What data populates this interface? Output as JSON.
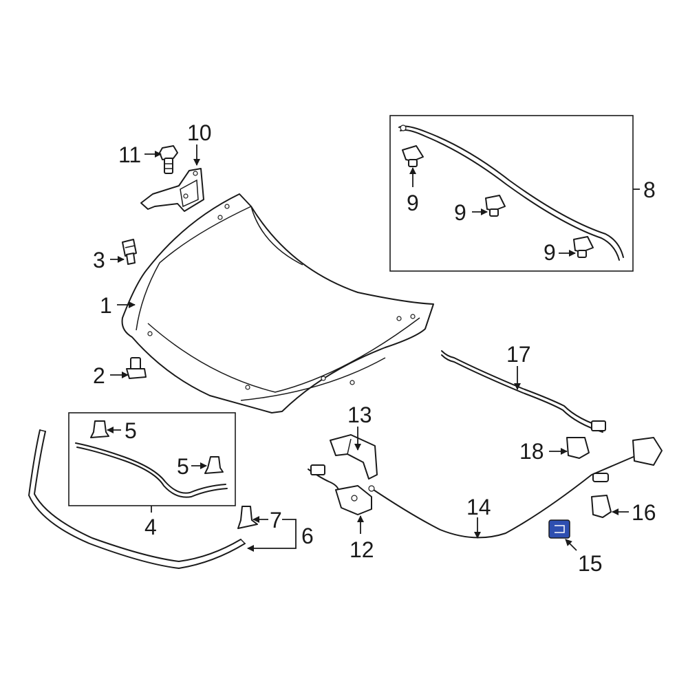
{
  "diagram": {
    "highlight_color": "#2e4fb0",
    "callouts": {
      "c1": "1",
      "c2": "2",
      "c3": "3",
      "c4": "4",
      "c5a": "5",
      "c5b": "5",
      "c6": "6",
      "c7": "7",
      "c8": "8",
      "c9a": "9",
      "c9b": "9",
      "c9c": "9",
      "c10": "10",
      "c11": "11",
      "c12": "12",
      "c13": "13",
      "c14": "14",
      "c15": "15",
      "c16": "16",
      "c17": "17",
      "c18": "18"
    }
  }
}
